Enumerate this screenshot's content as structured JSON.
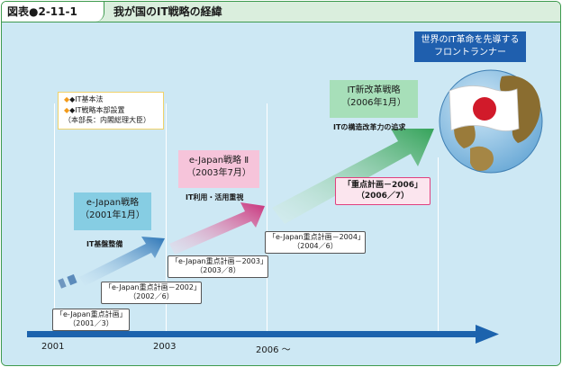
{
  "header": {
    "figure_number": "図表●2-11-1",
    "title": "我が国のIT戦略の経緯"
  },
  "legal_box": {
    "items": [
      "◆IT基本法",
      "◆IT戦略本部設置"
    ],
    "note": "（本部長：内閣総理大臣）"
  },
  "strategies": [
    {
      "name": "e-Japan戦略",
      "date": "（2001年1月）",
      "caption": "IT基盤整備"
    },
    {
      "name": "e-Japan戦略 Ⅱ",
      "date": "（2003年7月）",
      "caption": "IT利用・活用重視"
    },
    {
      "name": "IT新改革戦略",
      "date": "（2006年1月）",
      "caption": "ITの構造改革力の追求"
    }
  ],
  "priority_plans": [
    {
      "name": "「e-Japan重点計画」",
      "date": "（2001／3）"
    },
    {
      "name": "「e-Japan重点計画－2002」",
      "date": "（2002／6）"
    },
    {
      "name": "「e-Japan重点計画－2003」",
      "date": "（2003／8）"
    },
    {
      "name": "「e-Japan重点計画－2004」",
      "date": "（2004／6）"
    },
    {
      "name": "「重点計画－2006」",
      "date": "（2006／7）"
    }
  ],
  "goal": {
    "line1": "世界のIT革命を先導する",
    "line2": "フロントランナー"
  },
  "timeline": {
    "labels": [
      "2001",
      "2003",
      "2006 〜"
    ]
  },
  "colors": {
    "frame_green": "#3e9a4e",
    "background": "#cde8f4",
    "axis_blue": "#1c63ad",
    "strategy1": "#86cde3",
    "strategy2": "#f6c4da",
    "strategy3": "#a7dfb9",
    "goal_box": "#1f5fae",
    "plan_2006_border": "#e0407e"
  }
}
